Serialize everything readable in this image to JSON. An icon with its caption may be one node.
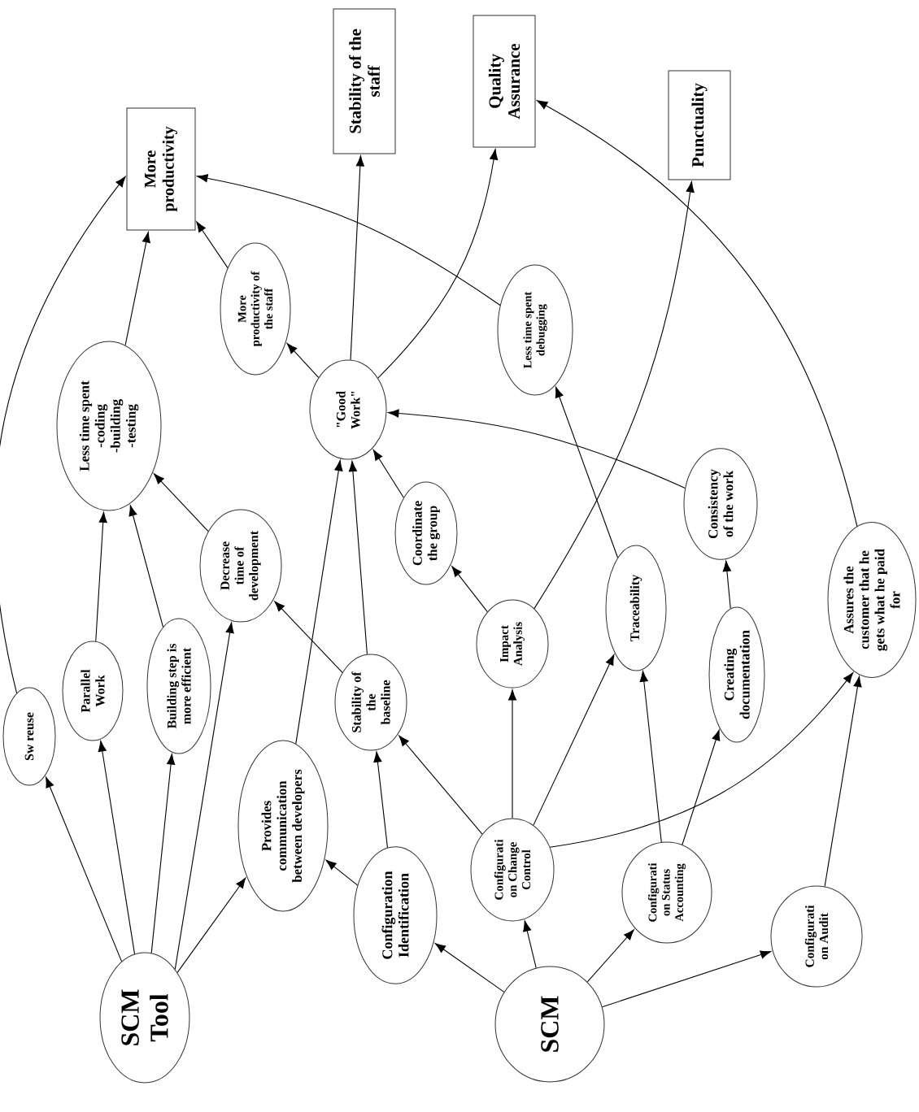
{
  "diagram": {
    "nodes": [
      {
        "text": [
          "More productivity"
        ]
      },
      {
        "text": [
          "Stability of the staff"
        ]
      },
      {
        "text": [
          "Quality Assurance"
        ]
      },
      {
        "text": [
          "Punctuality"
        ]
      },
      {
        "text": [
          "More productivity of the staff"
        ]
      },
      {
        "text": [
          "Less time spent debugging"
        ]
      },
      {
        "text": [
          "Less time spent -coding -building -testing"
        ]
      },
      {
        "text": [
          "\"Good Work\""
        ]
      },
      {
        "text": [
          "Coordinate the group"
        ]
      },
      {
        "text": [
          "Consistency of the work"
        ]
      },
      {
        "text": [
          "Decrease time of development"
        ]
      },
      {
        "text": [
          "Parallel Work"
        ]
      },
      {
        "text": [
          "Building step is more efficient"
        ]
      },
      {
        "text": [
          "Sw reuse"
        ]
      },
      {
        "text": [
          "Stability of the baseline"
        ]
      },
      {
        "text": [
          "Impact Analysis"
        ]
      },
      {
        "text": [
          "Traceability"
        ]
      },
      {
        "text": [
          "Creating documentation"
        ]
      },
      {
        "text": [
          "Assures the customer that he gets what he paid for"
        ]
      },
      {
        "text": [
          "Provides communication between developers"
        ]
      },
      {
        "text": [
          "Configuration Identification"
        ]
      },
      {
        "text": [
          "SCM Tool"
        ]
      },
      {
        "text": [
          "Configurati on Change Control"
        ]
      },
      {
        "text": [
          "Configurati on Status Accounting"
        ]
      },
      {
        "text": [
          "Configurati on Audit"
        ]
      },
      {
        "text": [
          "SCM"
        ]
      }
    ],
    "edges": [
      {
        "from": 21,
        "to": 13,
        "arrow": "to"
      },
      {
        "from": 21,
        "to": 11,
        "arrow": "to"
      },
      {
        "from": 21,
        "to": 12,
        "arrow": "to"
      },
      {
        "from": 21,
        "to": 10,
        "arrow": "to"
      },
      {
        "from": 21,
        "to": 19,
        "arrow": "to"
      },
      {
        "from": 13,
        "to": 0,
        "arrow": "to"
      },
      {
        "from": 11,
        "to": 6,
        "arrow": "to"
      },
      {
        "from": 12,
        "to": 6,
        "arrow": "to"
      },
      {
        "from": 10,
        "to": 6,
        "arrow": "to"
      },
      {
        "from": 6,
        "to": 0,
        "arrow": "to"
      },
      {
        "from": 4,
        "to": 0,
        "arrow": "to"
      },
      {
        "from": 7,
        "to": 4,
        "arrow": "to"
      },
      {
        "from": 7,
        "to": 1,
        "arrow": "to"
      },
      {
        "from": 7,
        "to": 2,
        "arrow": "to"
      },
      {
        "from": 5,
        "to": 0,
        "arrow": "to"
      },
      {
        "from": 8,
        "to": 7,
        "arrow": "to"
      },
      {
        "from": 9,
        "to": 7,
        "arrow": "to"
      },
      {
        "from": 14,
        "to": 7,
        "arrow": "to"
      },
      {
        "from": 14,
        "to": 10,
        "arrow": "to"
      },
      {
        "from": 19,
        "to": 7,
        "arrow": "to"
      },
      {
        "from": 20,
        "to": 19,
        "arrow": "to"
      },
      {
        "from": 20,
        "to": 14,
        "arrow": "to"
      },
      {
        "from": 25,
        "to": 20,
        "arrow": "to"
      },
      {
        "from": 25,
        "to": 22,
        "arrow": "to"
      },
      {
        "from": 25,
        "to": 23,
        "arrow": "to"
      },
      {
        "from": 25,
        "to": 24,
        "arrow": "to"
      },
      {
        "from": 22,
        "to": 14,
        "arrow": "to"
      },
      {
        "from": 22,
        "to": 15,
        "arrow": "to"
      },
      {
        "from": 22,
        "to": 16,
        "arrow": "to"
      },
      {
        "from": 22,
        "to": 18,
        "arrow": "to"
      },
      {
        "from": 23,
        "to": 16,
        "arrow": "to"
      },
      {
        "from": 23,
        "to": 17,
        "arrow": "to"
      },
      {
        "from": 24,
        "to": 18,
        "arrow": "to"
      },
      {
        "from": 17,
        "to": 9,
        "arrow": "to"
      },
      {
        "from": 15,
        "to": 8,
        "arrow": "to"
      },
      {
        "from": 15,
        "to": 3,
        "arrow": "to"
      },
      {
        "from": 16,
        "to": 5,
        "arrow": "to"
      },
      {
        "from": 18,
        "to": 2,
        "arrow": "to"
      }
    ]
  }
}
